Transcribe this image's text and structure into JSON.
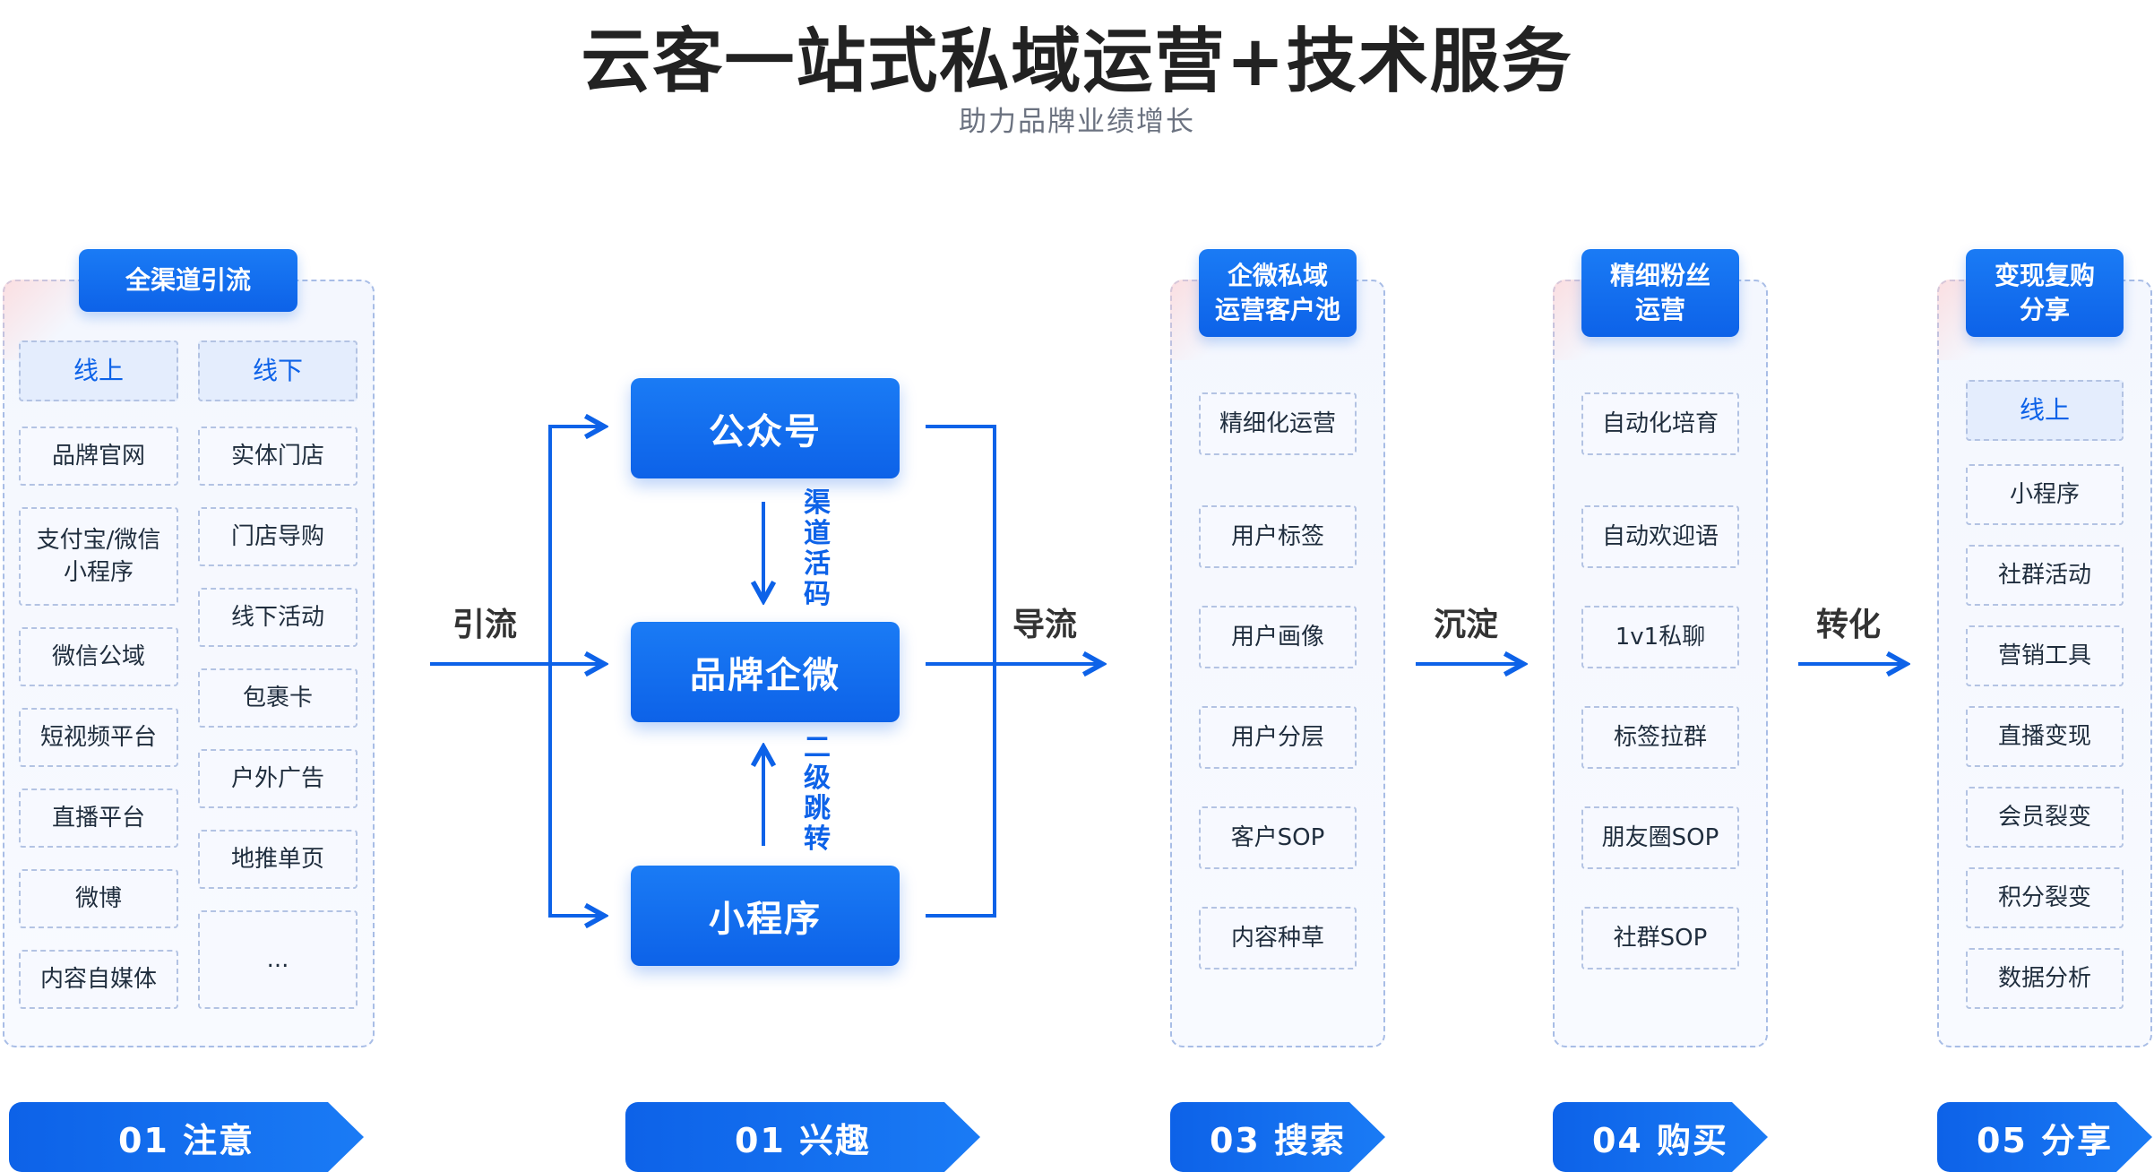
{
  "title": "云客一站式私域运营+技术服务",
  "subtitle": "助力品牌业绩增长",
  "columns": {
    "attention": {
      "title": "全渠道引流",
      "online_head": "线上",
      "offline_head": "线下",
      "online": [
        "品牌官网",
        "支付宝/微信\n小程序",
        "微信公域",
        "短视频平台",
        "直播平台",
        "微博",
        "内容自媒体"
      ],
      "offline": [
        "实体门店",
        "门店导购",
        "线下活动",
        "包裹卡",
        "户外广告",
        "地推单页",
        "..."
      ]
    },
    "search": {
      "title": "企微私域\n运营客户池",
      "items": [
        "精细化运营",
        "用户标签",
        "用户画像",
        "用户分层",
        "客户SOP",
        "内容种草"
      ]
    },
    "buy": {
      "title": "精细粉丝\n运营",
      "items": [
        "自动化培育",
        "自动欢迎语",
        "1v1私聊",
        "标签拉群",
        "朋友圈SOP",
        "社群SOP"
      ]
    },
    "share": {
      "title": "变现复购\n分享",
      "items": [
        "线上",
        "小程序",
        "社群活动",
        "营销工具",
        "直播变现",
        "会员裂变",
        "积分裂变",
        "数据分析"
      ]
    }
  },
  "flow": {
    "boxes": [
      "公众号",
      "品牌企微",
      "小程序"
    ],
    "left_label": "引流",
    "right_label": "导流",
    "down_label": "渠道活码",
    "up_label": "二级跳转",
    "arrow1_label": "沉淀",
    "arrow2_label": "转化"
  },
  "stages": [
    "01 注意",
    "01 兴趣",
    "03 搜索",
    "04 购买",
    "05 分享"
  ],
  "colors": {
    "primary": "#0d62e8",
    "panel_border": "#a8bde6"
  }
}
